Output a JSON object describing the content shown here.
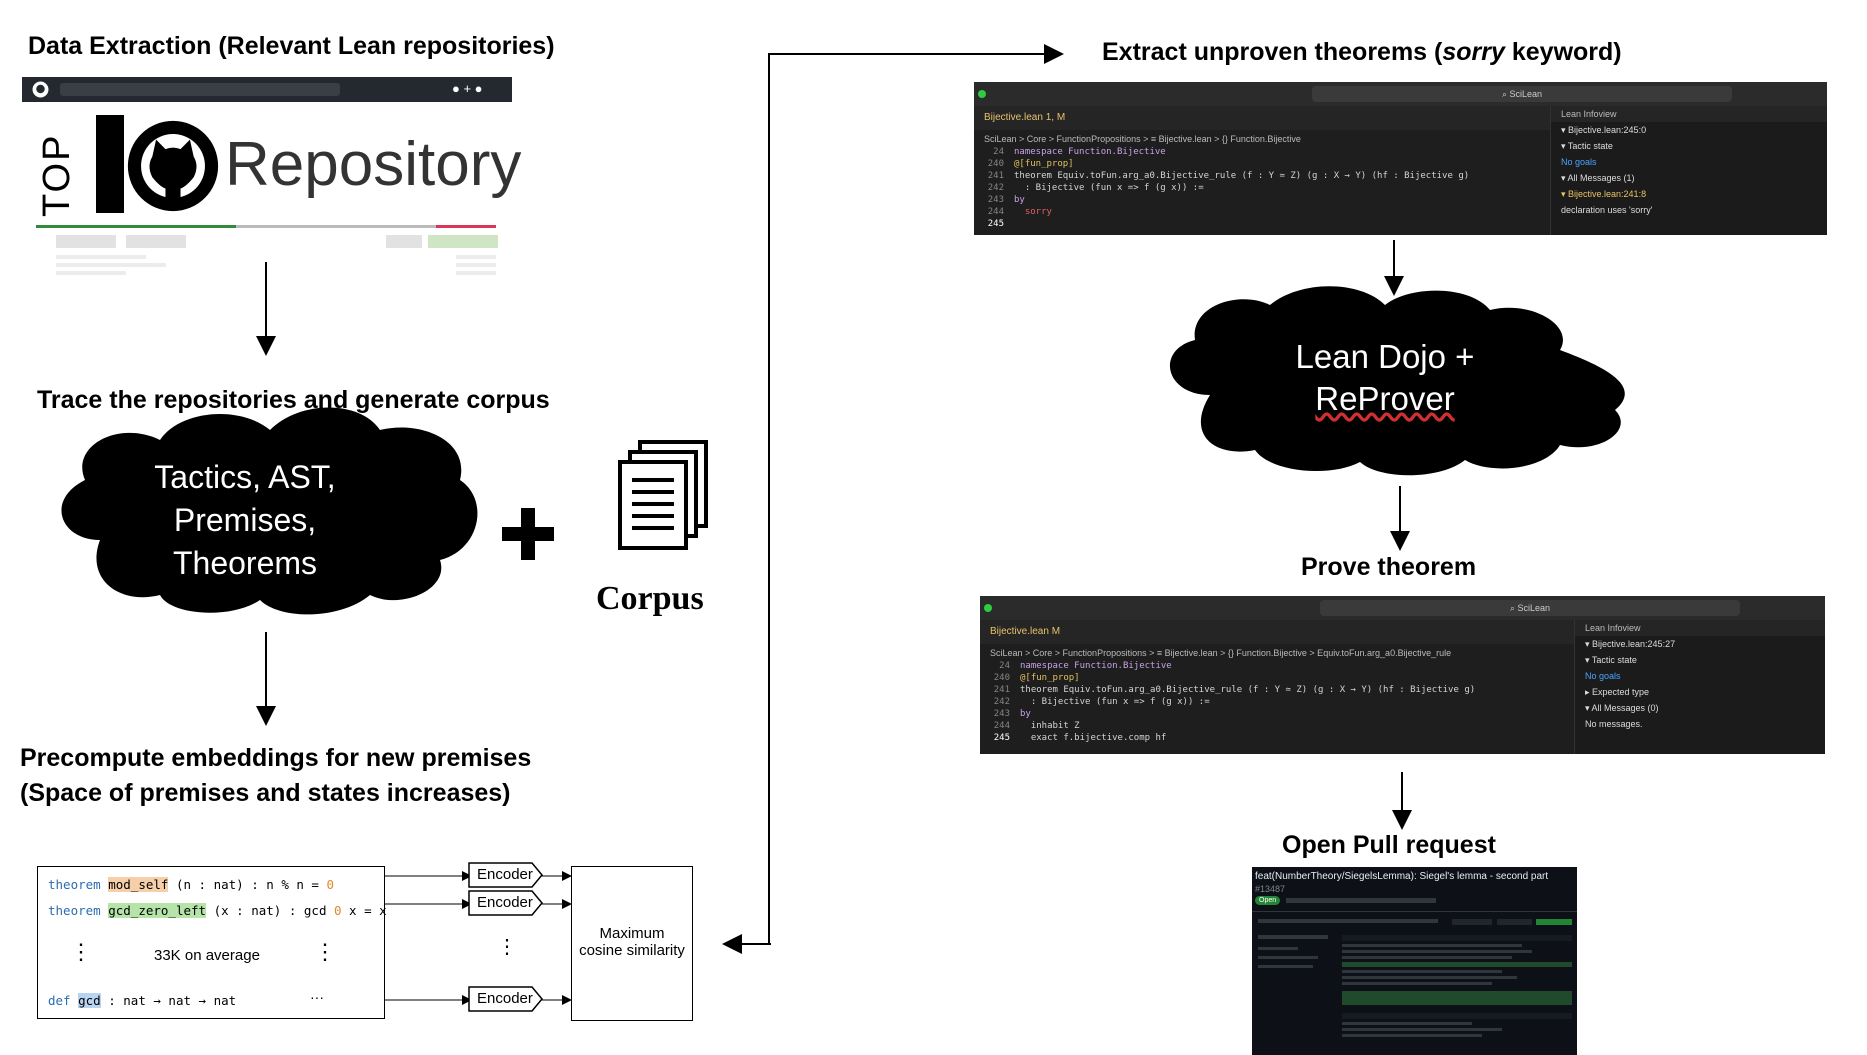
{
  "headings": {
    "data_extraction": "Data Extraction (Relevant Lean repositories)",
    "trace": "Trace the repositories and generate corpus",
    "precompute_1": "Precompute embeddings for new premises",
    "precompute_2": "(Space of premises and states increases)",
    "extract_prefix": "Extract unproven theorems (",
    "extract_italic": "sorry",
    "extract_suffix": " keyword)",
    "prove": "Prove theorem",
    "open_pr": "Open Pull request"
  },
  "top_repo": {
    "top": "TOP",
    "number": "10",
    "repository": "Repository"
  },
  "cloud_left": {
    "line1": "Tactics, AST,",
    "line2": "Premises,",
    "line3": "Theorems"
  },
  "plus": "+",
  "corpus_label": "Corpus",
  "cloud_right": {
    "line1": "Lean Dojo +",
    "line2": "ReProver"
  },
  "premise_box": {
    "row1": {
      "kw": "theorem",
      "name": "mod_self",
      "rest": " (n : nat) : n % n = ",
      "zero": "0"
    },
    "row2": {
      "kw": "theorem",
      "name": "gcd_zero_left",
      "rest": " (x : nat) : gcd ",
      "zero": "0",
      "tail": " x = x"
    },
    "avg": "33K on average",
    "row3": {
      "kw": "def",
      "name": "gcd",
      "rest": " : nat → nat → nat"
    },
    "dots_v": "⋮",
    "dots_h": "···"
  },
  "encoders": [
    "Encoder",
    "Encoder",
    "Encoder"
  ],
  "max_cosine": {
    "line1": "Maximum",
    "line2": "cosine similarity"
  },
  "ide_top": {
    "search": "SciLean",
    "tab": "Bijective.lean 1, M",
    "crumbs": "SciLean > Core > FunctionPropositions > ≡ Bijective.lean > {} Function.Bijective",
    "lines": [
      {
        "n": "24",
        "t": "namespace Function.Bijective"
      },
      {
        "n": "240",
        "t": "@[fun_prop]"
      },
      {
        "n": "241",
        "t": "theorem Equiv.toFun.arg_a0.Bijective_rule (f : Y ≃ Z) (g : X → Y) (hf : Bijective g)"
      },
      {
        "n": "242",
        "t": "  : Bijective (fun x => f (g x)) :="
      },
      {
        "n": "243",
        "t": "by"
      },
      {
        "n": "244",
        "t": "  sorry"
      },
      {
        "n": "245",
        "t": ""
      }
    ],
    "infoview_tab": "Lean Infoview",
    "infoview": [
      "▾ Bijective.lean:245:0",
      "  ▾ Tactic state",
      "     No goals",
      "  ▾ All Messages (1)",
      "    ▾ Bijective.lean:241:8",
      "     declaration uses 'sorry'"
    ]
  },
  "ide_mid": {
    "search": "SciLean",
    "tab": "Bijective.lean M",
    "crumbs": "SciLean > Core > FunctionPropositions > ≡ Bijective.lean > {} Function.Bijective > Equiv.toFun.arg_a0.Bijective_rule",
    "lines": [
      {
        "n": "24",
        "t": "namespace Function.Bijective"
      },
      {
        "n": "240",
        "t": "@[fun_prop]"
      },
      {
        "n": "241",
        "t": "theorem Equiv.toFun.arg_a0.Bijective_rule (f : Y ≃ Z) (g : X → Y) (hf : Bijective g)"
      },
      {
        "n": "242",
        "t": "  : Bijective (fun x => f (g x)) :="
      },
      {
        "n": "243",
        "t": "by"
      },
      {
        "n": "244",
        "t": "  inhabit Z"
      },
      {
        "n": "245",
        "t": "  exact f.bijective.comp hf"
      }
    ],
    "infoview_tab": "Lean Infoview",
    "infoview": [
      "▾ Bijective.lean:245:27",
      "  ▾ Tactic state",
      "     No goals",
      "  ▸ Expected type",
      "",
      "▾ All Messages (0)",
      "No messages."
    ]
  },
  "pr": {
    "title": "feat(NumberTheory/SiegelsLemma): Siegel's lemma - second part",
    "number": "#13487",
    "status": "Open"
  },
  "colors": {
    "cloud": "#000000",
    "ide_bg": "#1e1e1e",
    "name_orange": "#f6cfa8",
    "name_green": "#b6e3a8",
    "name_blue": "#b8d4f0",
    "zero": "#e08a2a"
  }
}
